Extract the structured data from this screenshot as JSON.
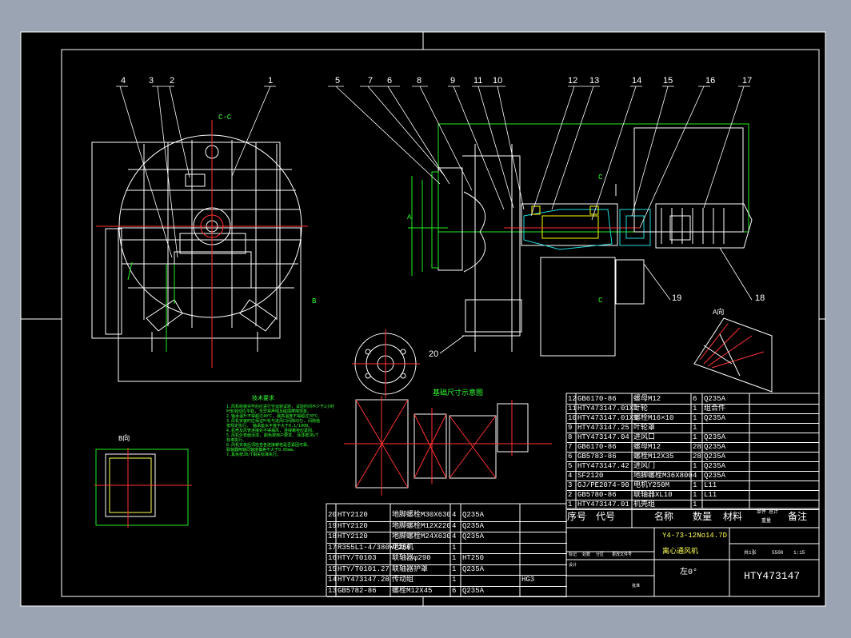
{
  "balloons": [
    "1",
    "2",
    "3",
    "4",
    "5",
    "6",
    "7",
    "8",
    "9",
    "10",
    "11",
    "12",
    "13",
    "14",
    "15",
    "16",
    "17",
    "18",
    "19",
    "20"
  ],
  "view_labels": {
    "section_cc": "C-C",
    "view_a": "A向",
    "view_b": "B向",
    "letter_b": "B",
    "letter_c": "C",
    "letter_a": "A",
    "scheme_title": "基础尺寸示意图"
  },
  "tech_req_title": "技术要求",
  "tech_req_lines": [
    "1.风机组装完毕后应进行空运转试验, 试验时间不少于2小时",
    "  叶轮转动应平稳, 无异常声响及碰撞摩擦现象。",
    "2.轴承温升不得超过40℃, 最高温度不得超过70℃。",
    "3.风机安装时应保证叶轮与进风口间隙均匀, 间隙值",
    "  按规定执行。 轴承座水平度不大于0.1/1000。",
    "4.机壳及风管连接处不得漏风, 连接螺栓应紧固。",
    "5.风机外表面涂漆, 颜色按用户要求, 涂漆按JB/T",
    "  标准执行。",
    "6.风机安装后须检查各连接螺栓是否紧固可靠。",
    "  联轴器两轴同轴度偏差不大于0.05mm。",
    "7.其余按JB/T相关标准执行。"
  ],
  "bom_upper": [
    {
      "no": "12",
      "code": "GB6170-86",
      "name": "螺母M12",
      "qty": "6",
      "mat": "Q235A"
    },
    {
      "no": "11",
      "code": "HTY473147.01X1",
      "name": "叶轮",
      "qty": "1",
      "mat": "组合件"
    },
    {
      "no": "10",
      "code": "HTY473147.01X1",
      "name": "螺栓M16×10",
      "qty": "1",
      "mat": "Q235A"
    },
    {
      "no": "9",
      "code": "HTY473147.25",
      "name": "叶轮罩",
      "qty": "1",
      "mat": ""
    },
    {
      "no": "8",
      "code": "HTY473147.04",
      "name": "进风口",
      "qty": "1",
      "mat": "Q235A"
    },
    {
      "no": "7",
      "code": "GB6170-86",
      "name": "螺母M12",
      "qty": "28",
      "mat": "Q235A"
    },
    {
      "no": "6",
      "code": "GB5783-86",
      "name": "螺栓M12X35",
      "qty": "28",
      "mat": "Q235A"
    },
    {
      "no": "5",
      "code": "HTY473147.42",
      "name": "进风门",
      "qty": "1",
      "mat": "Q235A"
    },
    {
      "no": "4",
      "code": "SF2120",
      "name": "地脚螺栓M36X800",
      "qty": "4",
      "mat": "Q235A"
    },
    {
      "no": "3",
      "code": "GJ/PE2074-90",
      "name": "电机Y250M",
      "qty": "1",
      "mat": "L11"
    },
    {
      "no": "2",
      "code": "GB5780-86",
      "name": "联轴器XL10",
      "qty": "1",
      "mat": "L11"
    },
    {
      "no": "1",
      "code": "HTY473147.01",
      "name": "机壳组",
      "qty": "1",
      "mat": ""
    }
  ],
  "bom_lower": [
    {
      "no": "20",
      "code": "HTY2120",
      "name": "地脚螺栓M30X630",
      "qty": "4",
      "mat": "Q235A"
    },
    {
      "no": "19",
      "code": "HTY2120",
      "name": "地脚螺栓M12X220",
      "qty": "4",
      "mat": "Q235A"
    },
    {
      "no": "18",
      "code": "HTY2120",
      "name": "地脚螺栓M24X630",
      "qty": "4",
      "mat": "Q235A"
    },
    {
      "no": "17",
      "code": "R355L1-4/380W/250",
      "name": "电动机",
      "qty": "1",
      "mat": ""
    },
    {
      "no": "16",
      "code": "HTY/T0103",
      "name": "联轴器φ290",
      "qty": "1",
      "mat": "HT250"
    },
    {
      "no": "15",
      "code": "HTY/T0101.27",
      "name": "联轴器护罩",
      "qty": "1",
      "mat": "Q235A"
    },
    {
      "no": "14",
      "code": "HTY473147.28",
      "name": "传动组",
      "qty": "1",
      "mat": "",
      "note": "HG3"
    },
    {
      "no": "13",
      "code": "GB5782-86",
      "name": "螺栓M12X45",
      "qty": "6",
      "mat": "Q235A"
    }
  ],
  "bom_header": {
    "no": "序号",
    "code": "代号",
    "name": "名称",
    "qty": "数量",
    "mat": "材料",
    "weight_single": "单件",
    "weight_total": "总计",
    "weight": "重量",
    "remark": "备注"
  },
  "title_block": {
    "model": "Y4-73-12No14.7D",
    "name": "离心通风机",
    "drawing_no": "HTY473147",
    "rotation": "左0°",
    "scale": "1:15",
    "sheet": "共1张",
    "sign1": "标记",
    "sign2": "处数",
    "sign3": "分区",
    "sign4": "更改文件号",
    "design": "设计",
    "weight_val": "5500",
    "approve": "批准"
  },
  "colors": {
    "background": "#000000",
    "frame": "#ffffff",
    "drawing_green": "#22ee22",
    "drawing_white": "#ffffff",
    "drawing_yellow": "#ffff00",
    "centerline_red": "#ff3333",
    "cyan": "#22dddd",
    "outer": "#9aa4b3"
  }
}
